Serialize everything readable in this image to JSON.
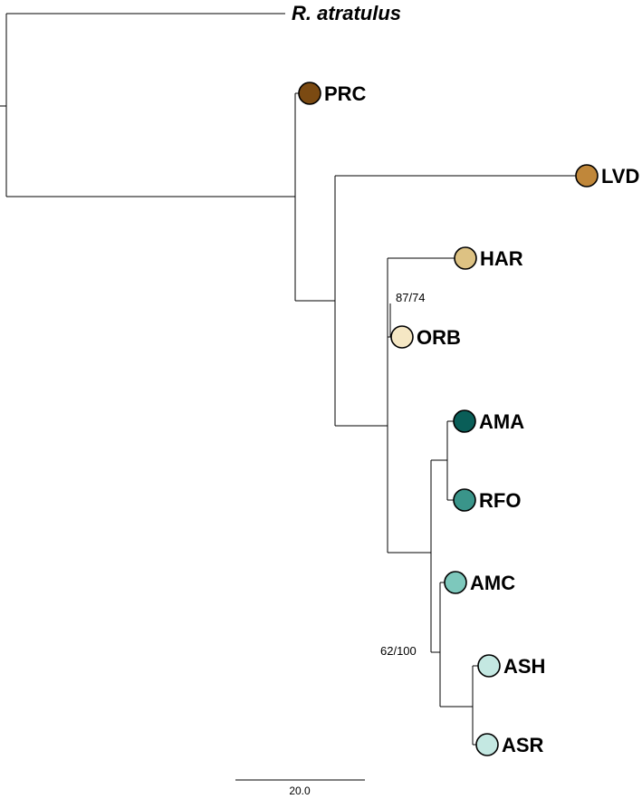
{
  "outgroup": {
    "label": "R. atratulus"
  },
  "taxa": [
    {
      "id": "PRC",
      "label": "PRC",
      "color": "#7b4a12"
    },
    {
      "id": "LVD",
      "label": "LVD",
      "color": "#c0873a"
    },
    {
      "id": "HAR",
      "label": "HAR",
      "color": "#ddc283"
    },
    {
      "id": "ORB",
      "label": "ORB",
      "color": "#f5e7c4"
    },
    {
      "id": "AMA",
      "label": "AMA",
      "color": "#0a5e58"
    },
    {
      "id": "RFO",
      "label": "RFO",
      "color": "#3a958a"
    },
    {
      "id": "AMC",
      "label": "AMC",
      "color": "#7dc8bc"
    },
    {
      "id": "ASH",
      "label": "ASH",
      "color": "#c4e8e2"
    },
    {
      "id": "ASR",
      "label": "ASR",
      "color": "#c4e8e2"
    }
  ],
  "support": {
    "har_orb": "87/74",
    "amc_ash_asr": "62/100"
  },
  "scale_bar": {
    "label": "20.0"
  }
}
